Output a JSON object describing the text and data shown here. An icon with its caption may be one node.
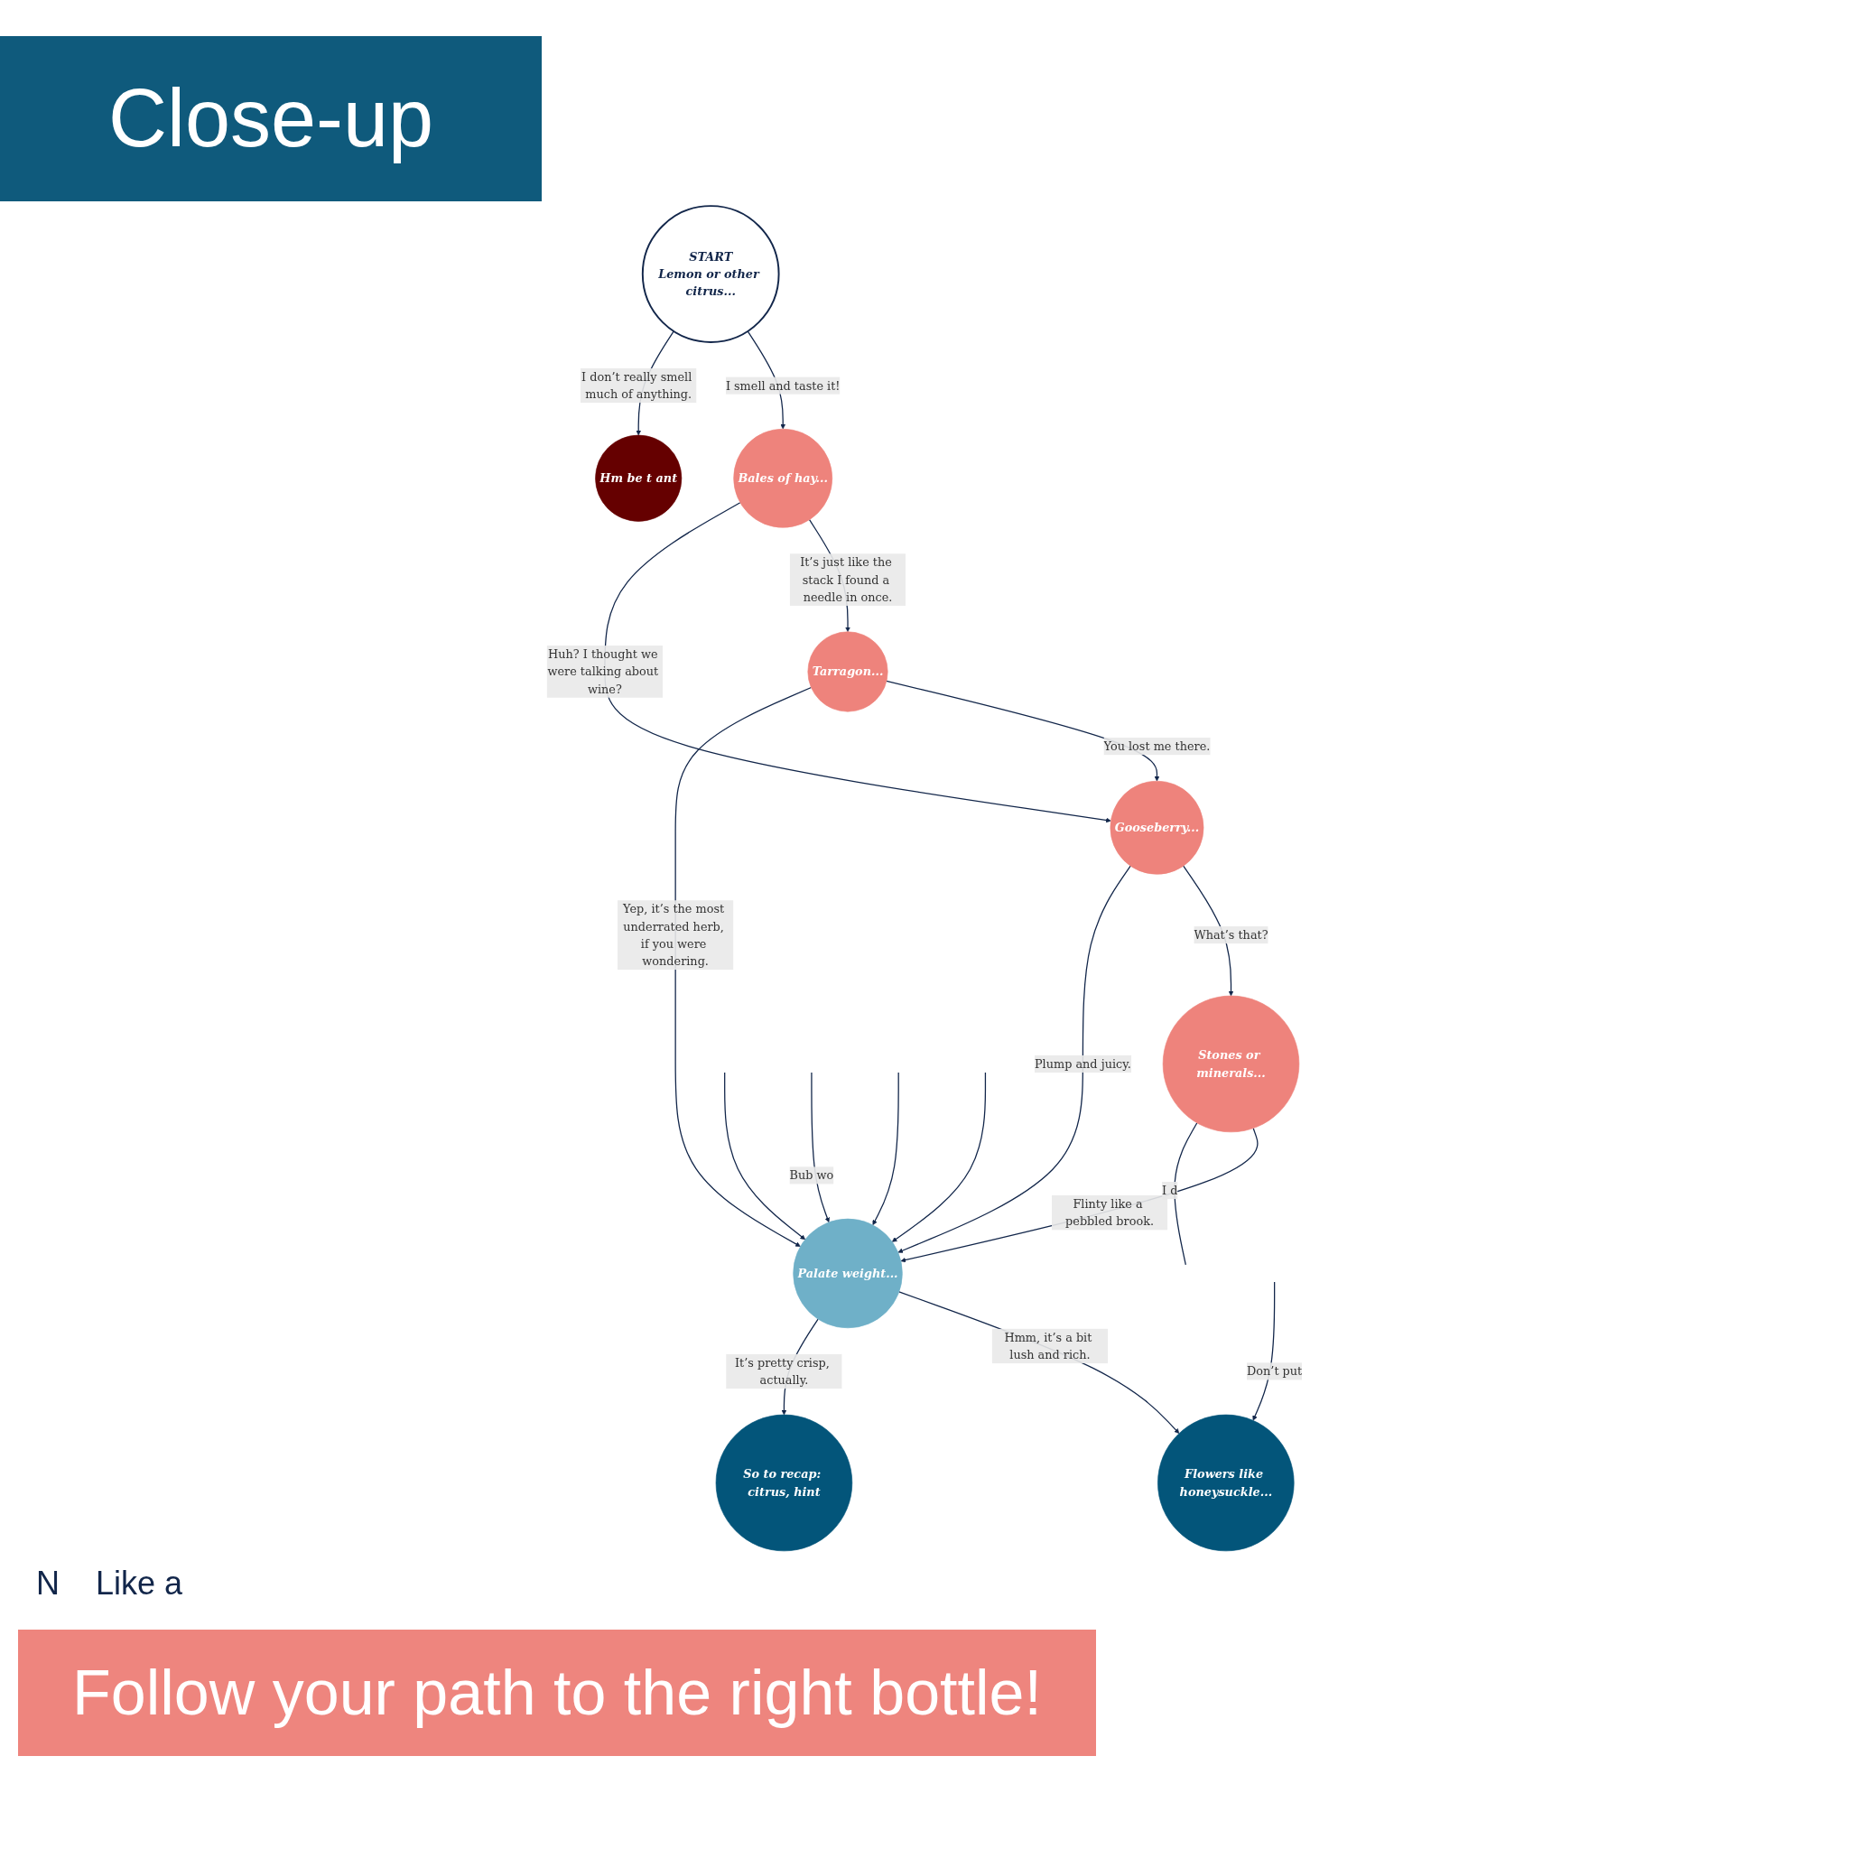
{
  "diagram": {
    "title": "Close-up",
    "caption": "Follow your path to the right bottle!",
    "nodes": [
      {
        "text": [
          "START",
          "Lemon or other citrus..."
        ]
      },
      {
        "text": [
          "Bales of hay..."
        ]
      },
      {
        "text": [
          "Hm be t ant"
        ]
      },
      {
        "text": [
          "Tarragon..."
        ]
      },
      {
        "text": [
          "Gooseberry..."
        ]
      },
      {
        "text": [
          "Stones or minerals..."
        ]
      },
      {
        "text": [
          "Palate weight..."
        ]
      },
      {
        "text": [
          "Flowers like honeysuckle..."
        ]
      },
      {
        "text": [
          "So to recap: citrus, hint"
        ]
      }
    ],
    "edges": [
      {
        "from": 0,
        "to": 1,
        "arrow": "to",
        "label": "I smell and taste it!"
      },
      {
        "from": 0,
        "to": 2,
        "arrow": "to",
        "label": "I don’t really smell much of anything."
      },
      {
        "from": 1,
        "to": 3,
        "arrow": "to",
        "label": "It’s just like the stack I found a needle in once."
      },
      {
        "from": 1,
        "to": 4,
        "arrow": "to",
        "label": "Huh? I thought we were talking about wine?"
      },
      {
        "from": 3,
        "to": 4,
        "arrow": "to",
        "label": "You lost me there."
      },
      {
        "from": 4,
        "to": 5,
        "arrow": "to",
        "label": "What’s that?"
      },
      {
        "from": 3,
        "to": 6,
        "arrow": "to",
        "label": "Yep, it’s the most underrated herb, if you were wondering."
      },
      {
        "from": 4,
        "to": 6,
        "arrow": "to",
        "label": "Plump and juicy."
      },
      {
        "from": 5,
        "to": 6,
        "arrow": "to",
        "label": "Flinty like a pebbled brook."
      },
      {
        "from": 5,
        "to": null,
        "arrow": "none",
        "label": "I d"
      },
      {
        "from": null,
        "to": 6,
        "arrow": "to"
      },
      {
        "from": null,
        "to": 6,
        "arrow": "to",
        "label": "Bub wo"
      },
      {
        "from": null,
        "to": 6,
        "arrow": "to"
      },
      {
        "from": null,
        "to": 6,
        "arrow": "to"
      },
      {
        "from": 6,
        "to": 7,
        "arrow": "to",
        "label": "Hmm, it’s a bit lush and rich."
      },
      {
        "from": 6,
        "to": 8,
        "arrow": "to",
        "label": "It’s pretty crisp, actually."
      },
      {
        "from": null,
        "to": 7,
        "arrow": "to",
        "label": "Don’t put"
      }
    ],
    "labels": [
      "N",
      "Like a"
    ]
  }
}
